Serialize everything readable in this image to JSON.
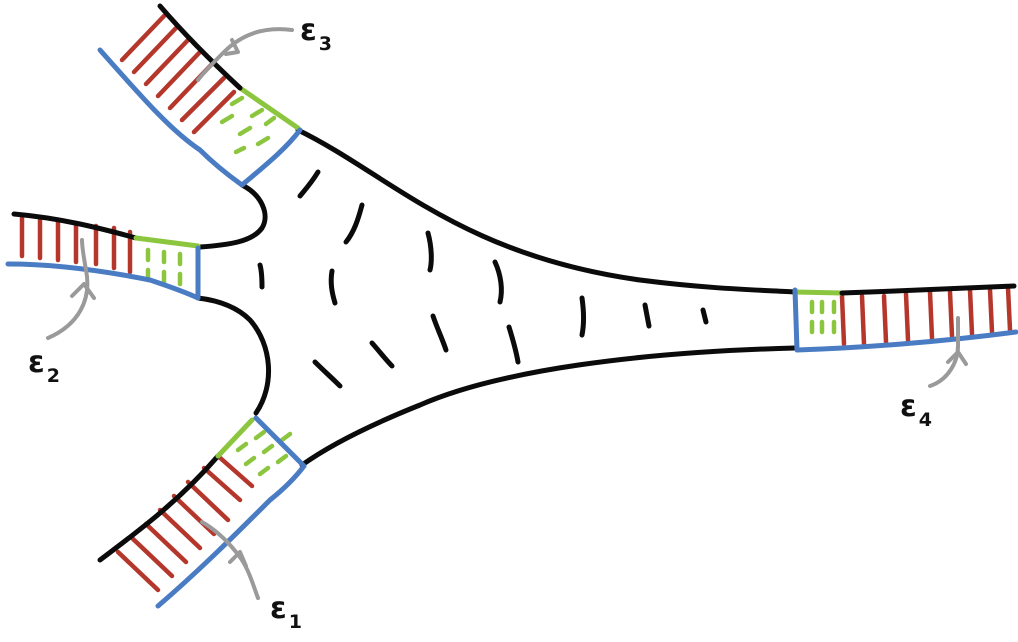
{
  "diagram": {
    "colors": {
      "outline": "#0b0b0b",
      "boundary": "#4a7cc4",
      "stripes": "#b5372c",
      "green": "#8cc63f",
      "arrow": "#9a9a9a",
      "background": "#ffffff"
    },
    "ends": [
      {
        "id": "e1",
        "label": "ε",
        "subscript": "1"
      },
      {
        "id": "e2",
        "label": "ε",
        "subscript": "2"
      },
      {
        "id": "e3",
        "label": "ε",
        "subscript": "3"
      },
      {
        "id": "e4",
        "label": "ε",
        "subscript": "4"
      }
    ]
  }
}
